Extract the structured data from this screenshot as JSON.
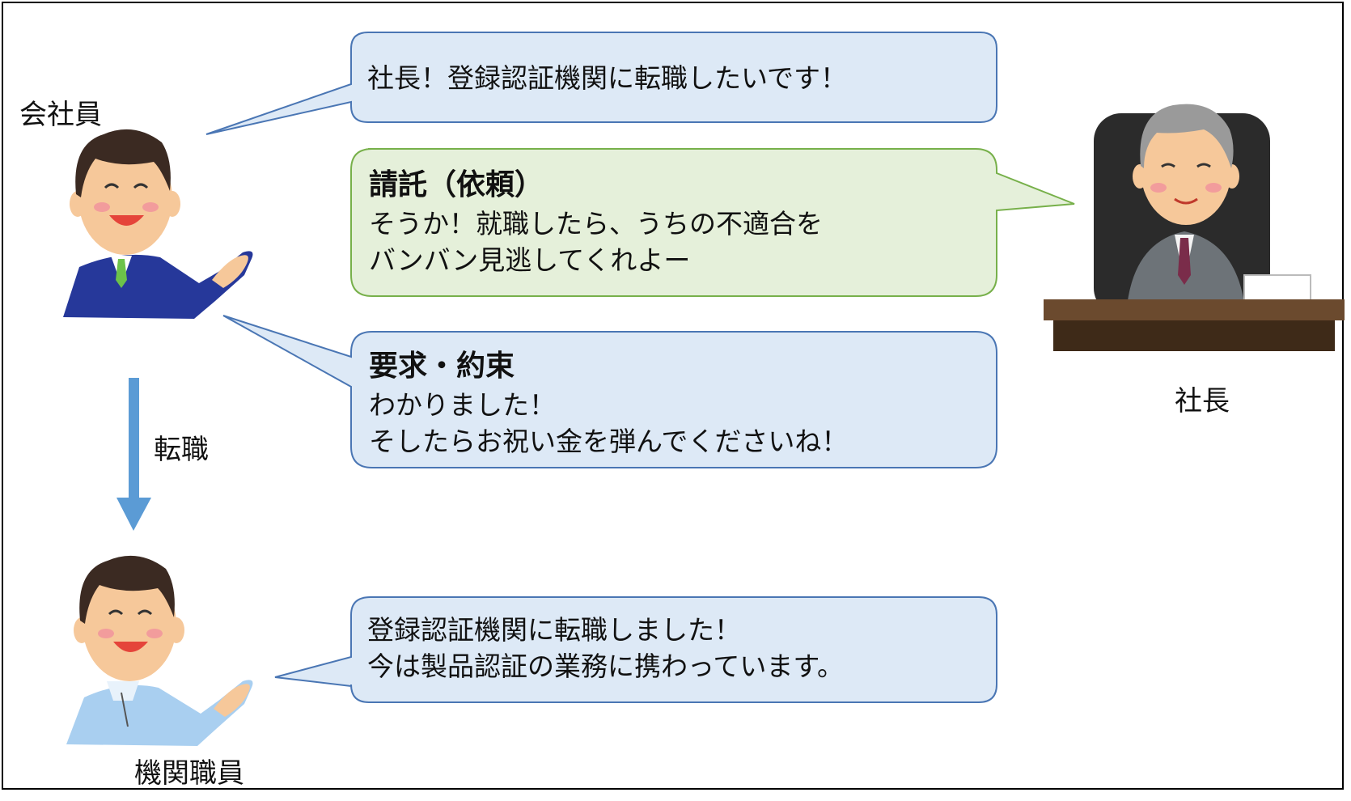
{
  "labels": {
    "employee": "会社員",
    "president": "社長",
    "job_change": "転職",
    "body_staff": "機関職員"
  },
  "bubbles": {
    "b1": {
      "line1": "社長！登録認証機関に転職したいです！"
    },
    "b2": {
      "head": "請託（依頼）",
      "line1": "そうか！就職したら、うちの不適合を",
      "line2": "バンバン見逃してくれよー"
    },
    "b3": {
      "head": "要求・約束",
      "line1": "わかりました！",
      "line2": "そしたらお祝い金を弾んでくださいね！"
    },
    "b4": {
      "line1": "登録認証機関に転職しました！",
      "line2": "今は製品認証の業務に携わっています。"
    }
  },
  "colors": {
    "blue_bubble_fill": "#dde9f6",
    "blue_bubble_stroke": "#4a76b4",
    "green_bubble_fill": "#e5f0da",
    "green_bubble_stroke": "#77b04a",
    "arrow": "#5b9bd5"
  }
}
